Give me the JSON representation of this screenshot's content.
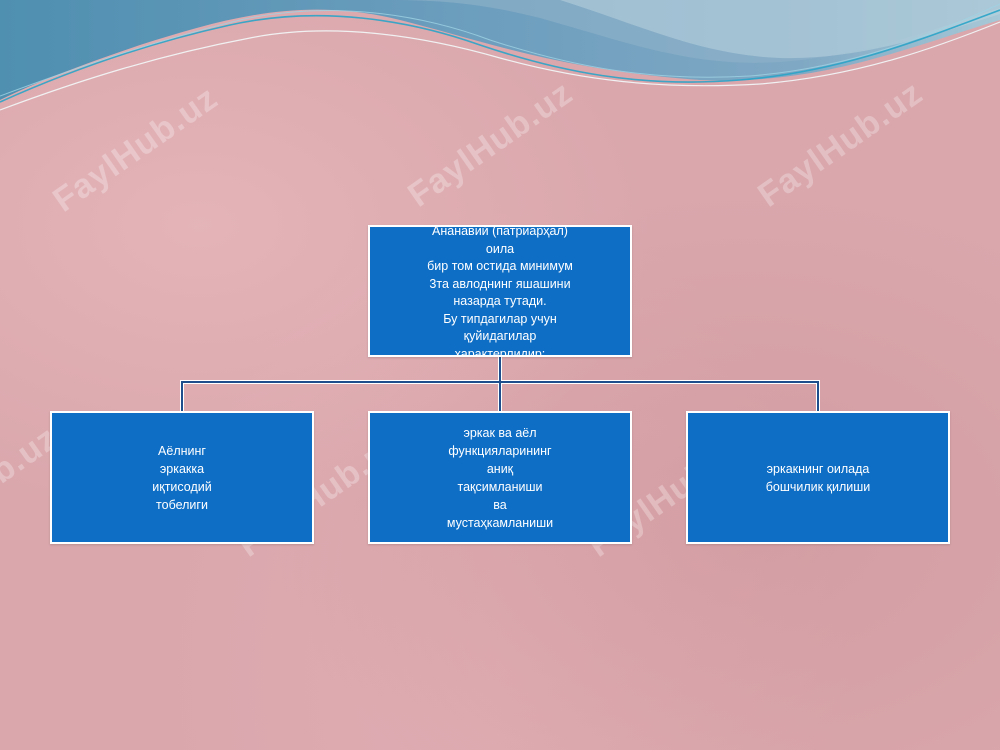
{
  "diagram": {
    "root": {
      "text": "Ананавий (патриарҳал)\nоила\nбир том остида минимум\n3та авлоднинг яшашини\nназарда тутади.\nБу типдагилар учун\nқуйидагилар\nхарактерлидир:"
    },
    "children": [
      {
        "text": "Аёлнинг\nэркакка\nиқтисодий\nтобелиги"
      },
      {
        "text": "эркак ва аёл\nфункцияларининг\nаниқ\nтақсимланиши\nва\nмустаҳкамланиши"
      },
      {
        "text": "эркакнинг оилада\nбошчилик қилиши"
      }
    ]
  },
  "watermark": {
    "text": "FaylHub.uz"
  },
  "colors": {
    "node_fill": "#0e6ec6",
    "node_border": "#ffffff",
    "connector": "#1e4f8c",
    "background": "#d9a7ac",
    "wave_blue": "#5f97b6",
    "wave_light": "#9cc3d4"
  }
}
